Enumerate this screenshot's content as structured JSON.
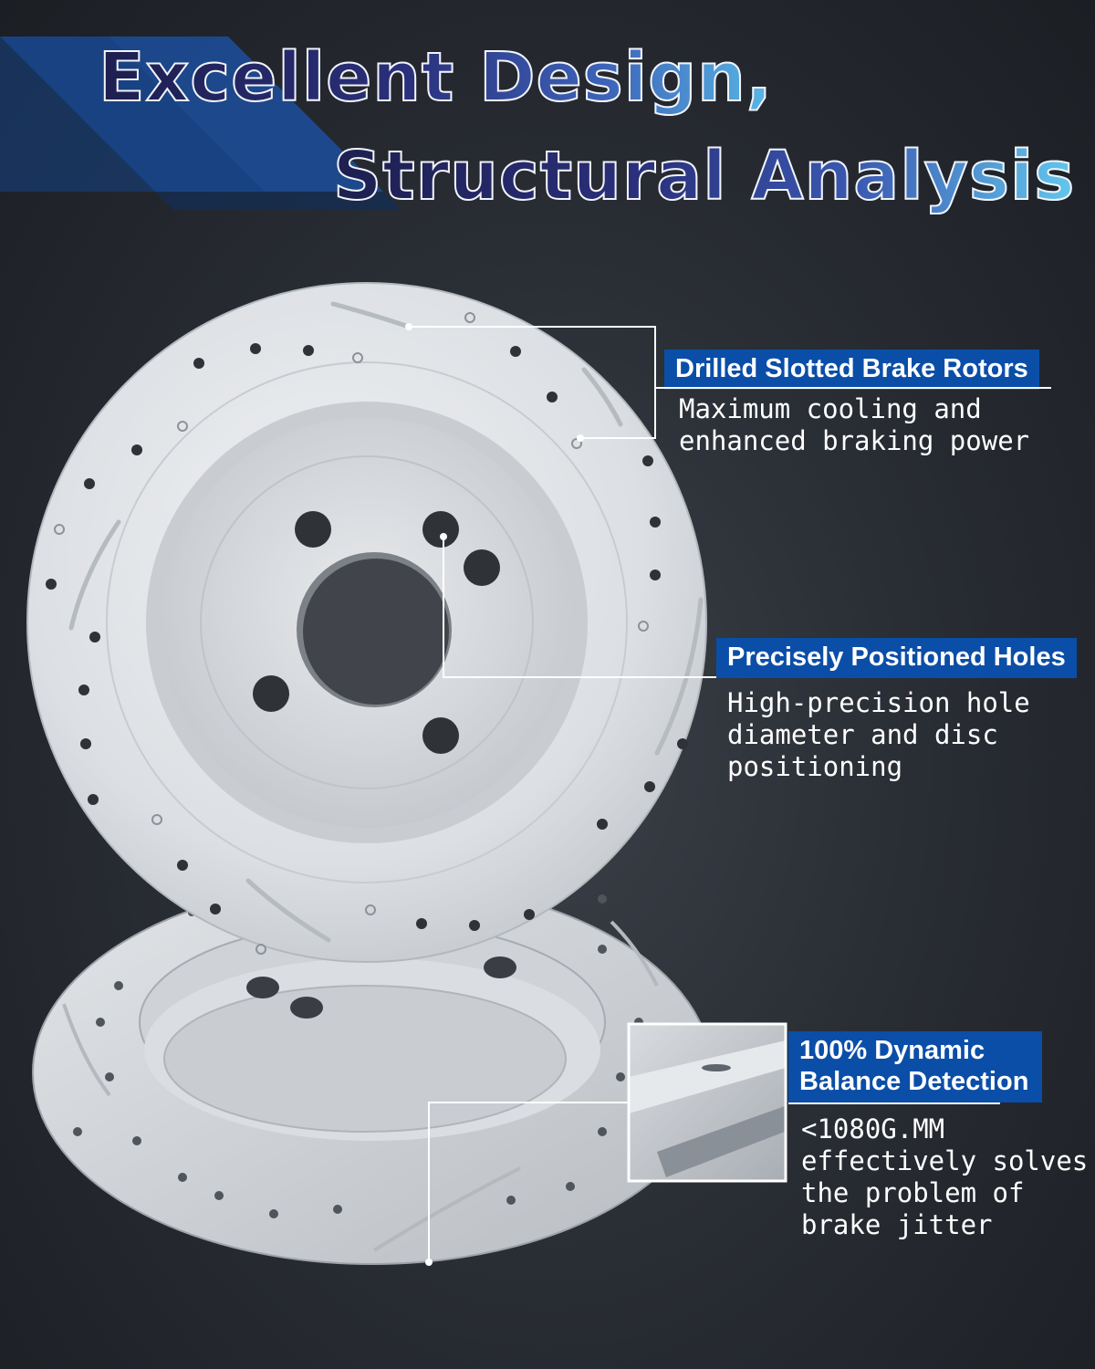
{
  "headline": {
    "line1": "Excellent Design,",
    "line2": "Structural Analysis"
  },
  "features": [
    {
      "title_lines": [
        "Drilled Slotted Brake Rotors"
      ],
      "desc_lines": [
        "Maximum cooling and",
        "enhanced braking power"
      ]
    },
    {
      "title_lines": [
        "Precisely Positioned Holes"
      ],
      "desc_lines": [
        "High-precision hole",
        "diameter and disc",
        "positioning"
      ]
    },
    {
      "title_lines": [
        "100% Dynamic",
        "Balance Detection"
      ],
      "desc_lines": [
        "<1080G.MM",
        "effectively solves",
        "the problem of",
        "brake jitter"
      ]
    }
  ],
  "colors": {
    "label_bg": "#0b4ea8",
    "accent_stripe": "#1c4f9c",
    "rotor": "#dfe2e6",
    "background": "#2a2e35"
  }
}
